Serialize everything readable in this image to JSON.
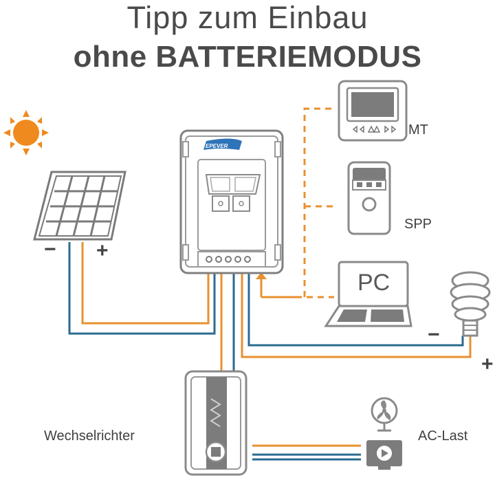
{
  "title": {
    "line1": "Tipp zum Einbau",
    "line2": "ohne BATTERIEMODUS"
  },
  "labels": {
    "mt": "MT",
    "spp": "SPP",
    "pc": "PC",
    "inverter": "Wechselrichter",
    "ac_load": "AC-Last",
    "brand": "EPEVER"
  },
  "polarity": {
    "pv_minus": "−",
    "pv_plus": "+",
    "load_minus": "−",
    "load_plus": "+"
  },
  "colors": {
    "orange": "#e8902e",
    "blue": "#2a6b8f",
    "outline": "#7f7f7f",
    "sun": "#ef8a1e"
  },
  "icons": [
    "sun-icon",
    "solar-panel-icon",
    "charge-controller-icon",
    "mt-display-icon",
    "spp-device-icon",
    "laptop-pc-icon",
    "light-bulb-icon",
    "inverter-icon",
    "fan-icon",
    "monitor-icon"
  ]
}
